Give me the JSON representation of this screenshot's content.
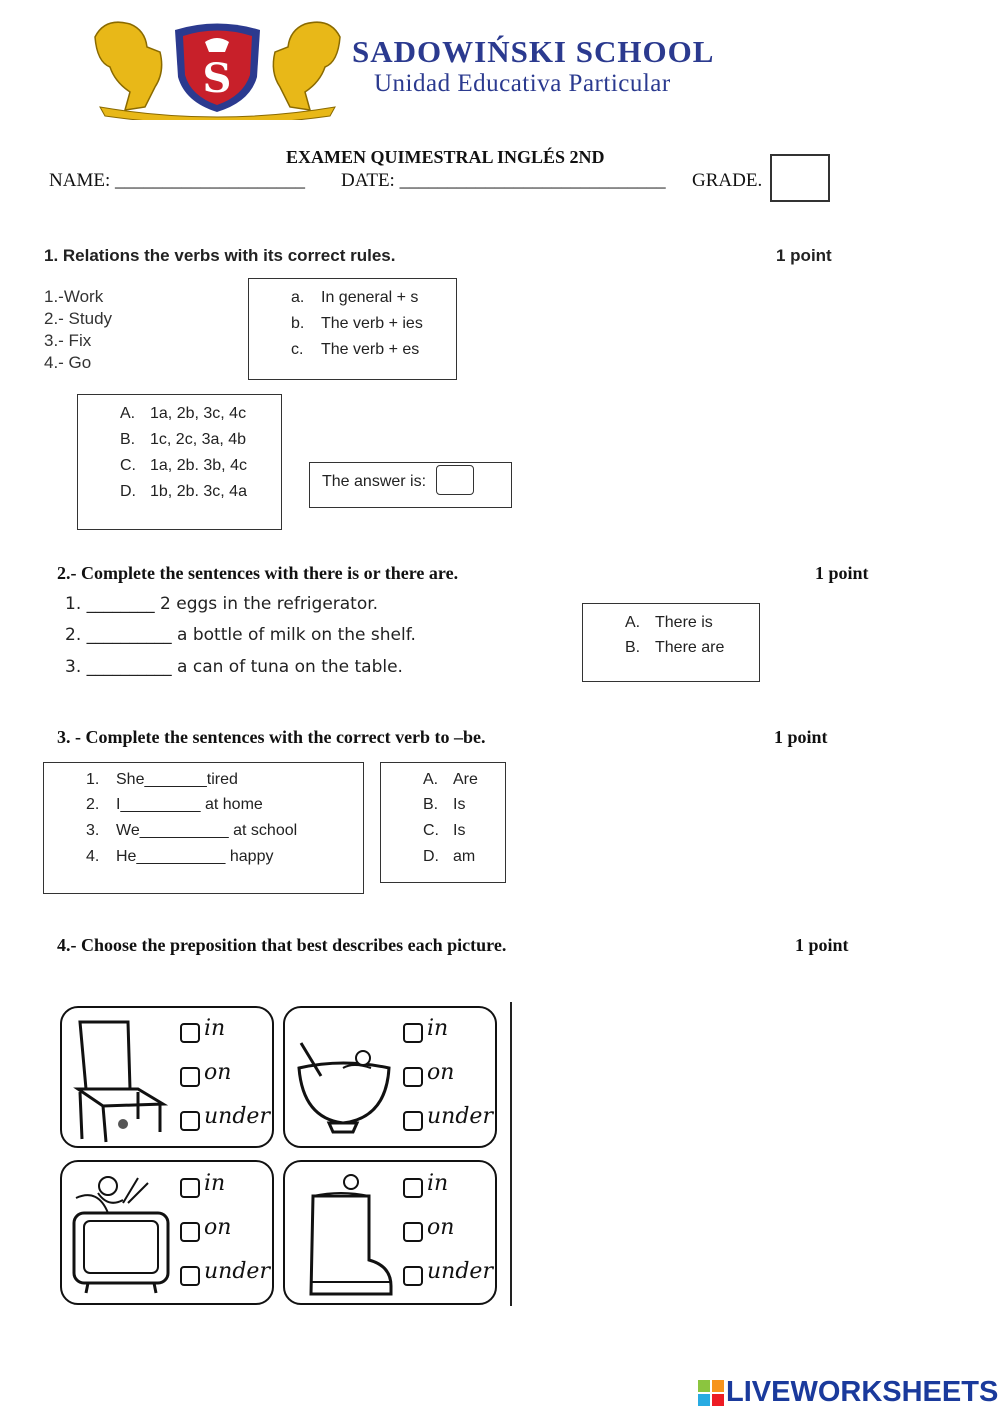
{
  "header": {
    "school_name": "SADOWIŃSKI SCHOOL",
    "school_subtitle": "Unidad Educativa Particular",
    "exam_title": "EXAMEN QUIMESTRAL INGLÉS 2ND",
    "name_label": "NAME: ____________________",
    "date_label": "DATE: ____________________________",
    "grade_label": "GRADE."
  },
  "q1": {
    "title": "1. Relations the verbs with its correct rules.",
    "points": "1 point",
    "verbs": [
      "1.-Work",
      "2.- Study",
      "3.- Fix",
      "4.- Go"
    ],
    "rules": [
      {
        "key": "a.",
        "text": "In general + s"
      },
      {
        "key": "b.",
        "text": "The verb + ies"
      },
      {
        "key": "c.",
        "text": "The verb + es"
      }
    ],
    "choices": [
      {
        "key": "A.",
        "text": "1a, 2b, 3c, 4c"
      },
      {
        "key": "B.",
        "text": "1c, 2c, 3a, 4b"
      },
      {
        "key": "C.",
        "text": "1a, 2b. 3b, 4c"
      },
      {
        "key": "D.",
        "text": "1b, 2b. 3c, 4a"
      }
    ],
    "answer_label": "The answer is:"
  },
  "q2": {
    "title": "2.- Complete the sentences with there is or there are.",
    "points": "1 point",
    "sentences": [
      "1. ________ 2 eggs in the refrigerator.",
      "2. __________ a bottle of milk on the shelf.",
      "3. __________ a can of tuna on the table."
    ],
    "options": [
      {
        "key": "A.",
        "text": "There is"
      },
      {
        "key": "B.",
        "text": "There are"
      }
    ]
  },
  "q3": {
    "title": "3. - Complete the sentences with the correct verb to –be.",
    "points": "1 point",
    "sentences": [
      {
        "key": "1.",
        "text": "She_______tired"
      },
      {
        "key": "2.",
        "text": "I_________ at home"
      },
      {
        "key": "3.",
        "text": "We__________ at school"
      },
      {
        "key": "4.",
        "text": "He__________ happy"
      }
    ],
    "options": [
      {
        "key": "A.",
        "text": "Are"
      },
      {
        "key": "B.",
        "text": "Is"
      },
      {
        "key": "C.",
        "text": "Is"
      },
      {
        "key": "D.",
        "text": "am"
      }
    ]
  },
  "q4": {
    "title": "4.- Choose the preposition that best describes each picture.",
    "points": "1 point",
    "choices": [
      "in",
      "on",
      "under"
    ]
  },
  "footer": {
    "brand": "LIVEWORKSHEETS",
    "brand_color": "#1a3a9c"
  },
  "colors": {
    "school_blue": "#2b3a8f",
    "crest_gold": "#e8b818",
    "crest_red": "#c8202a"
  }
}
